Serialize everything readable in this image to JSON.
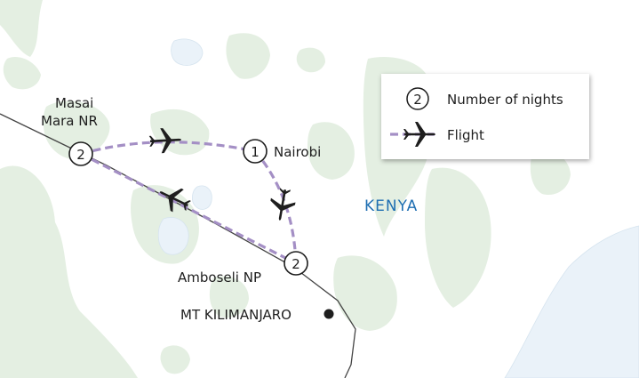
{
  "map": {
    "country_label": "KENYA",
    "places": {
      "masai_mara": {
        "line1": "Masai",
        "line2": "Mara NR",
        "nights": "2"
      },
      "nairobi": {
        "name": "Nairobi",
        "nights": "1"
      },
      "amboseli": {
        "name": "Amboseli NP",
        "nights": "2"
      },
      "kilimanjaro": {
        "name": "MT KILIMANJARO"
      }
    }
  },
  "legend": {
    "nights_example": "2",
    "nights_label": "Number of nights",
    "flight_label": "Flight"
  },
  "colors": {
    "land": "#e4efe2",
    "water": "#eaf2f9",
    "route": "#a48fc5",
    "country_label": "#1f6fb2",
    "border": "#444444"
  },
  "icons": [
    "plane-icon",
    "marker-dot-icon"
  ]
}
